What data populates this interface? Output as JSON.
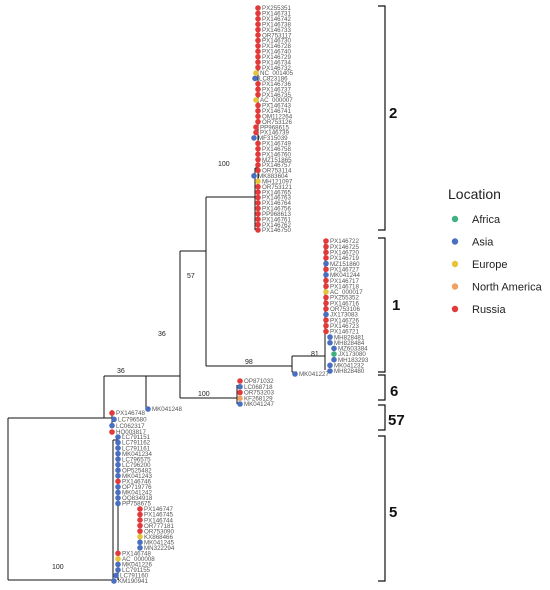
{
  "legend": {
    "title": "Location",
    "items": [
      {
        "label": "Africa",
        "color": "#3fb07f"
      },
      {
        "label": "Asia",
        "color": "#4a6fc0"
      },
      {
        "label": "Europe",
        "color": "#e6c43a"
      },
      {
        "label": "North America",
        "color": "#f0a060"
      },
      {
        "label": "Russia",
        "color": "#e23a3a"
      }
    ]
  },
  "clades": [
    "2",
    "1",
    "6",
    "57",
    "5"
  ],
  "bootstrap": [
    "100",
    "57",
    "36",
    "98",
    "81",
    "100",
    "36",
    "100"
  ],
  "tips": {
    "clade2": [
      {
        "n": "PX255351",
        "c": "Russia"
      },
      {
        "n": "PX146731",
        "c": "Russia"
      },
      {
        "n": "PX146742",
        "c": "Russia"
      },
      {
        "n": "PX146738",
        "c": "Russia"
      },
      {
        "n": "PX146733",
        "c": "Russia"
      },
      {
        "n": "OR753117",
        "c": "Russia"
      },
      {
        "n": "PX146730",
        "c": "Russia"
      },
      {
        "n": "PX146728",
        "c": "Russia"
      },
      {
        "n": "PX146740",
        "c": "Russia"
      },
      {
        "n": "PX146729",
        "c": "Russia"
      },
      {
        "n": "PX146734",
        "c": "Russia"
      },
      {
        "n": "PX146732",
        "c": "Russia"
      },
      {
        "n": "NC_001405",
        "c": "Europe"
      },
      {
        "n": "LC823186",
        "c": "Asia"
      },
      {
        "n": "PX146736",
        "c": "Russia"
      },
      {
        "n": "PX146737",
        "c": "Russia"
      },
      {
        "n": "PX146735",
        "c": "Russia"
      },
      {
        "n": "AC_000007",
        "c": "Europe"
      },
      {
        "n": "PX146743",
        "c": "Russia"
      },
      {
        "n": "PX146741",
        "c": "Russia"
      },
      {
        "n": "OM112264",
        "c": "Russia"
      },
      {
        "n": "OR753126",
        "c": "Russia"
      },
      {
        "n": "PP968615",
        "c": "Russia"
      },
      {
        "n": "PX146739",
        "c": "Russia"
      },
      {
        "n": "MF315039",
        "c": "Asia"
      },
      {
        "n": "PX146749",
        "c": "Russia"
      },
      {
        "n": "PX146758",
        "c": "Russia"
      },
      {
        "n": "PX146760",
        "c": "Russia"
      },
      {
        "n": "MZ151865",
        "c": "Russia"
      },
      {
        "n": "PX146757",
        "c": "Russia"
      },
      {
        "n": "OR753114",
        "c": "Russia"
      },
      {
        "n": "MK883604",
        "c": "Asia"
      },
      {
        "n": "MH121097",
        "c": "Europe"
      },
      {
        "n": "OR753121",
        "c": "Russia"
      },
      {
        "n": "PX146765",
        "c": "Russia"
      },
      {
        "n": "PX146763",
        "c": "Russia"
      },
      {
        "n": "PX146764",
        "c": "Russia"
      },
      {
        "n": "PX146756",
        "c": "Russia"
      },
      {
        "n": "PP968613",
        "c": "Russia"
      },
      {
        "n": "PX146761",
        "c": "Russia"
      },
      {
        "n": "PX146762",
        "c": "Russia"
      },
      {
        "n": "PX146750",
        "c": "Russia"
      }
    ],
    "clade1": [
      {
        "n": "PX146722",
        "c": "Russia"
      },
      {
        "n": "PX146725",
        "c": "Russia"
      },
      {
        "n": "PX146720",
        "c": "Russia"
      },
      {
        "n": "PX146719",
        "c": "Russia"
      },
      {
        "n": "MZ151860",
        "c": "Asia"
      },
      {
        "n": "PX146727",
        "c": "Russia"
      },
      {
        "n": "MK041244",
        "c": "Asia"
      },
      {
        "n": "PX146717",
        "c": "Russia"
      },
      {
        "n": "PX146718",
        "c": "Russia"
      },
      {
        "n": "AC_000017",
        "c": "Europe"
      },
      {
        "n": "PX255352",
        "c": "Russia"
      },
      {
        "n": "PX146716",
        "c": "Russia"
      },
      {
        "n": "OR753106",
        "c": "Russia"
      },
      {
        "n": "JX173083",
        "c": "Asia"
      },
      {
        "n": "PX146726",
        "c": "Russia"
      },
      {
        "n": "PX146723",
        "c": "Russia"
      },
      {
        "n": "PX146721",
        "c": "Russia"
      },
      {
        "n": "MH828481",
        "c": "Asia"
      },
      {
        "n": "MH828484",
        "c": "Asia"
      },
      {
        "n": "MZ603384",
        "c": "Asia"
      },
      {
        "n": "JX173080",
        "c": "Africa"
      },
      {
        "n": "MH183293",
        "c": "Asia"
      },
      {
        "n": "MK041232",
        "c": "Asia"
      },
      {
        "n": "MH828480",
        "c": "Asia"
      }
    ],
    "singleMK041227": {
      "n": "MK041227",
      "c": "Asia"
    },
    "clade6": [
      {
        "n": "OP871032",
        "c": "Russia"
      },
      {
        "n": "LC068718",
        "c": "Asia"
      },
      {
        "n": "OR753203",
        "c": "Russia"
      },
      {
        "n": "KF268129",
        "c": "North America"
      },
      {
        "n": "MK041247",
        "c": "Asia"
      }
    ],
    "singleMK041248": {
      "n": "MK041248",
      "c": "Asia"
    },
    "clade57": [
      {
        "n": "PX146748",
        "c": "Russia"
      },
      {
        "n": "LC796580",
        "c": "Asia"
      },
      {
        "n": "LC062317",
        "c": "Asia"
      },
      {
        "n": "HQ003817",
        "c": "Russia"
      }
    ],
    "clade5": [
      {
        "n": "LC791151",
        "c": "Asia"
      },
      {
        "n": "LC791162",
        "c": "Asia"
      },
      {
        "n": "LC791161",
        "c": "Asia"
      },
      {
        "n": "MK041234",
        "c": "Asia"
      },
      {
        "n": "LC796575",
        "c": "Asia"
      },
      {
        "n": "LC796200",
        "c": "Asia"
      },
      {
        "n": "OP525482",
        "c": "Asia"
      },
      {
        "n": "MK041243",
        "c": "Asia"
      },
      {
        "n": "PX146746",
        "c": "Russia"
      },
      {
        "n": "OP719776",
        "c": "Asia"
      },
      {
        "n": "MK041242",
        "c": "Asia"
      },
      {
        "n": "OQ834918",
        "c": "Asia"
      },
      {
        "n": "PP758675",
        "c": "Asia"
      },
      {
        "n": "PX146747",
        "c": "Russia"
      },
      {
        "n": "PX146745",
        "c": "Russia"
      },
      {
        "n": "PX146744",
        "c": "Russia"
      },
      {
        "n": "OR777181",
        "c": "Russia"
      },
      {
        "n": "OR753090",
        "c": "Russia"
      },
      {
        "n": "KX868466",
        "c": "Europe"
      },
      {
        "n": "MK041245",
        "c": "Asia"
      },
      {
        "n": "MN322294",
        "c": "Asia"
      },
      {
        "n": "PX146748",
        "c": "Russia"
      },
      {
        "n": "AC_000008",
        "c": "Europe"
      },
      {
        "n": "MK041226",
        "c": "Asia"
      },
      {
        "n": "LC791155",
        "c": "Asia"
      },
      {
        "n": "LC791160",
        "c": "Asia"
      },
      {
        "n": "KM190941",
        "c": "Asia"
      }
    ]
  }
}
